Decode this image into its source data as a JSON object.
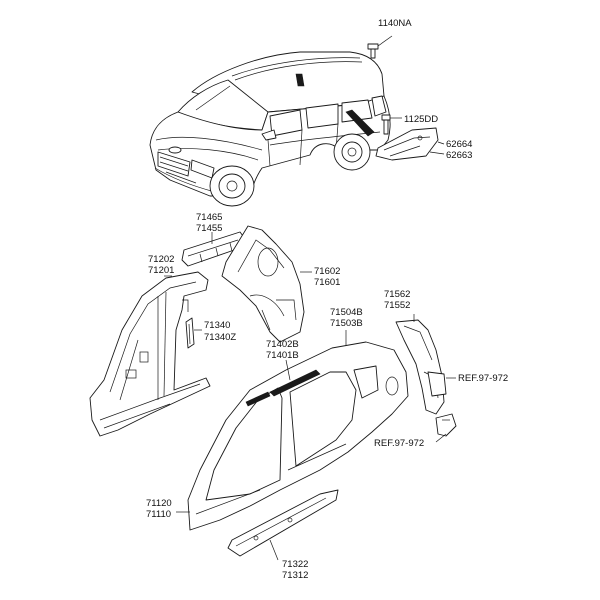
{
  "labels": {
    "p1140NA": "1140NA",
    "p1125DD": "1125DD",
    "p62664": "62664",
    "p62663": "62663",
    "p71465": "71465",
    "p71455": "71455",
    "p71202": "71202",
    "p71201": "71201",
    "p71602": "71602",
    "p71601": "71601",
    "p71562": "71562",
    "p71552": "71552",
    "p71504B": "71504B",
    "p71503B": "71503B",
    "p71340": "71340",
    "p71340Z": "71340Z",
    "p71402B": "71402B",
    "p71401B": "71401B",
    "ref1": "REF.97-972",
    "ref2": "REF.97-972",
    "p71120": "71120",
    "p71110": "71110",
    "p71322": "71322",
    "p71312": "71312"
  }
}
